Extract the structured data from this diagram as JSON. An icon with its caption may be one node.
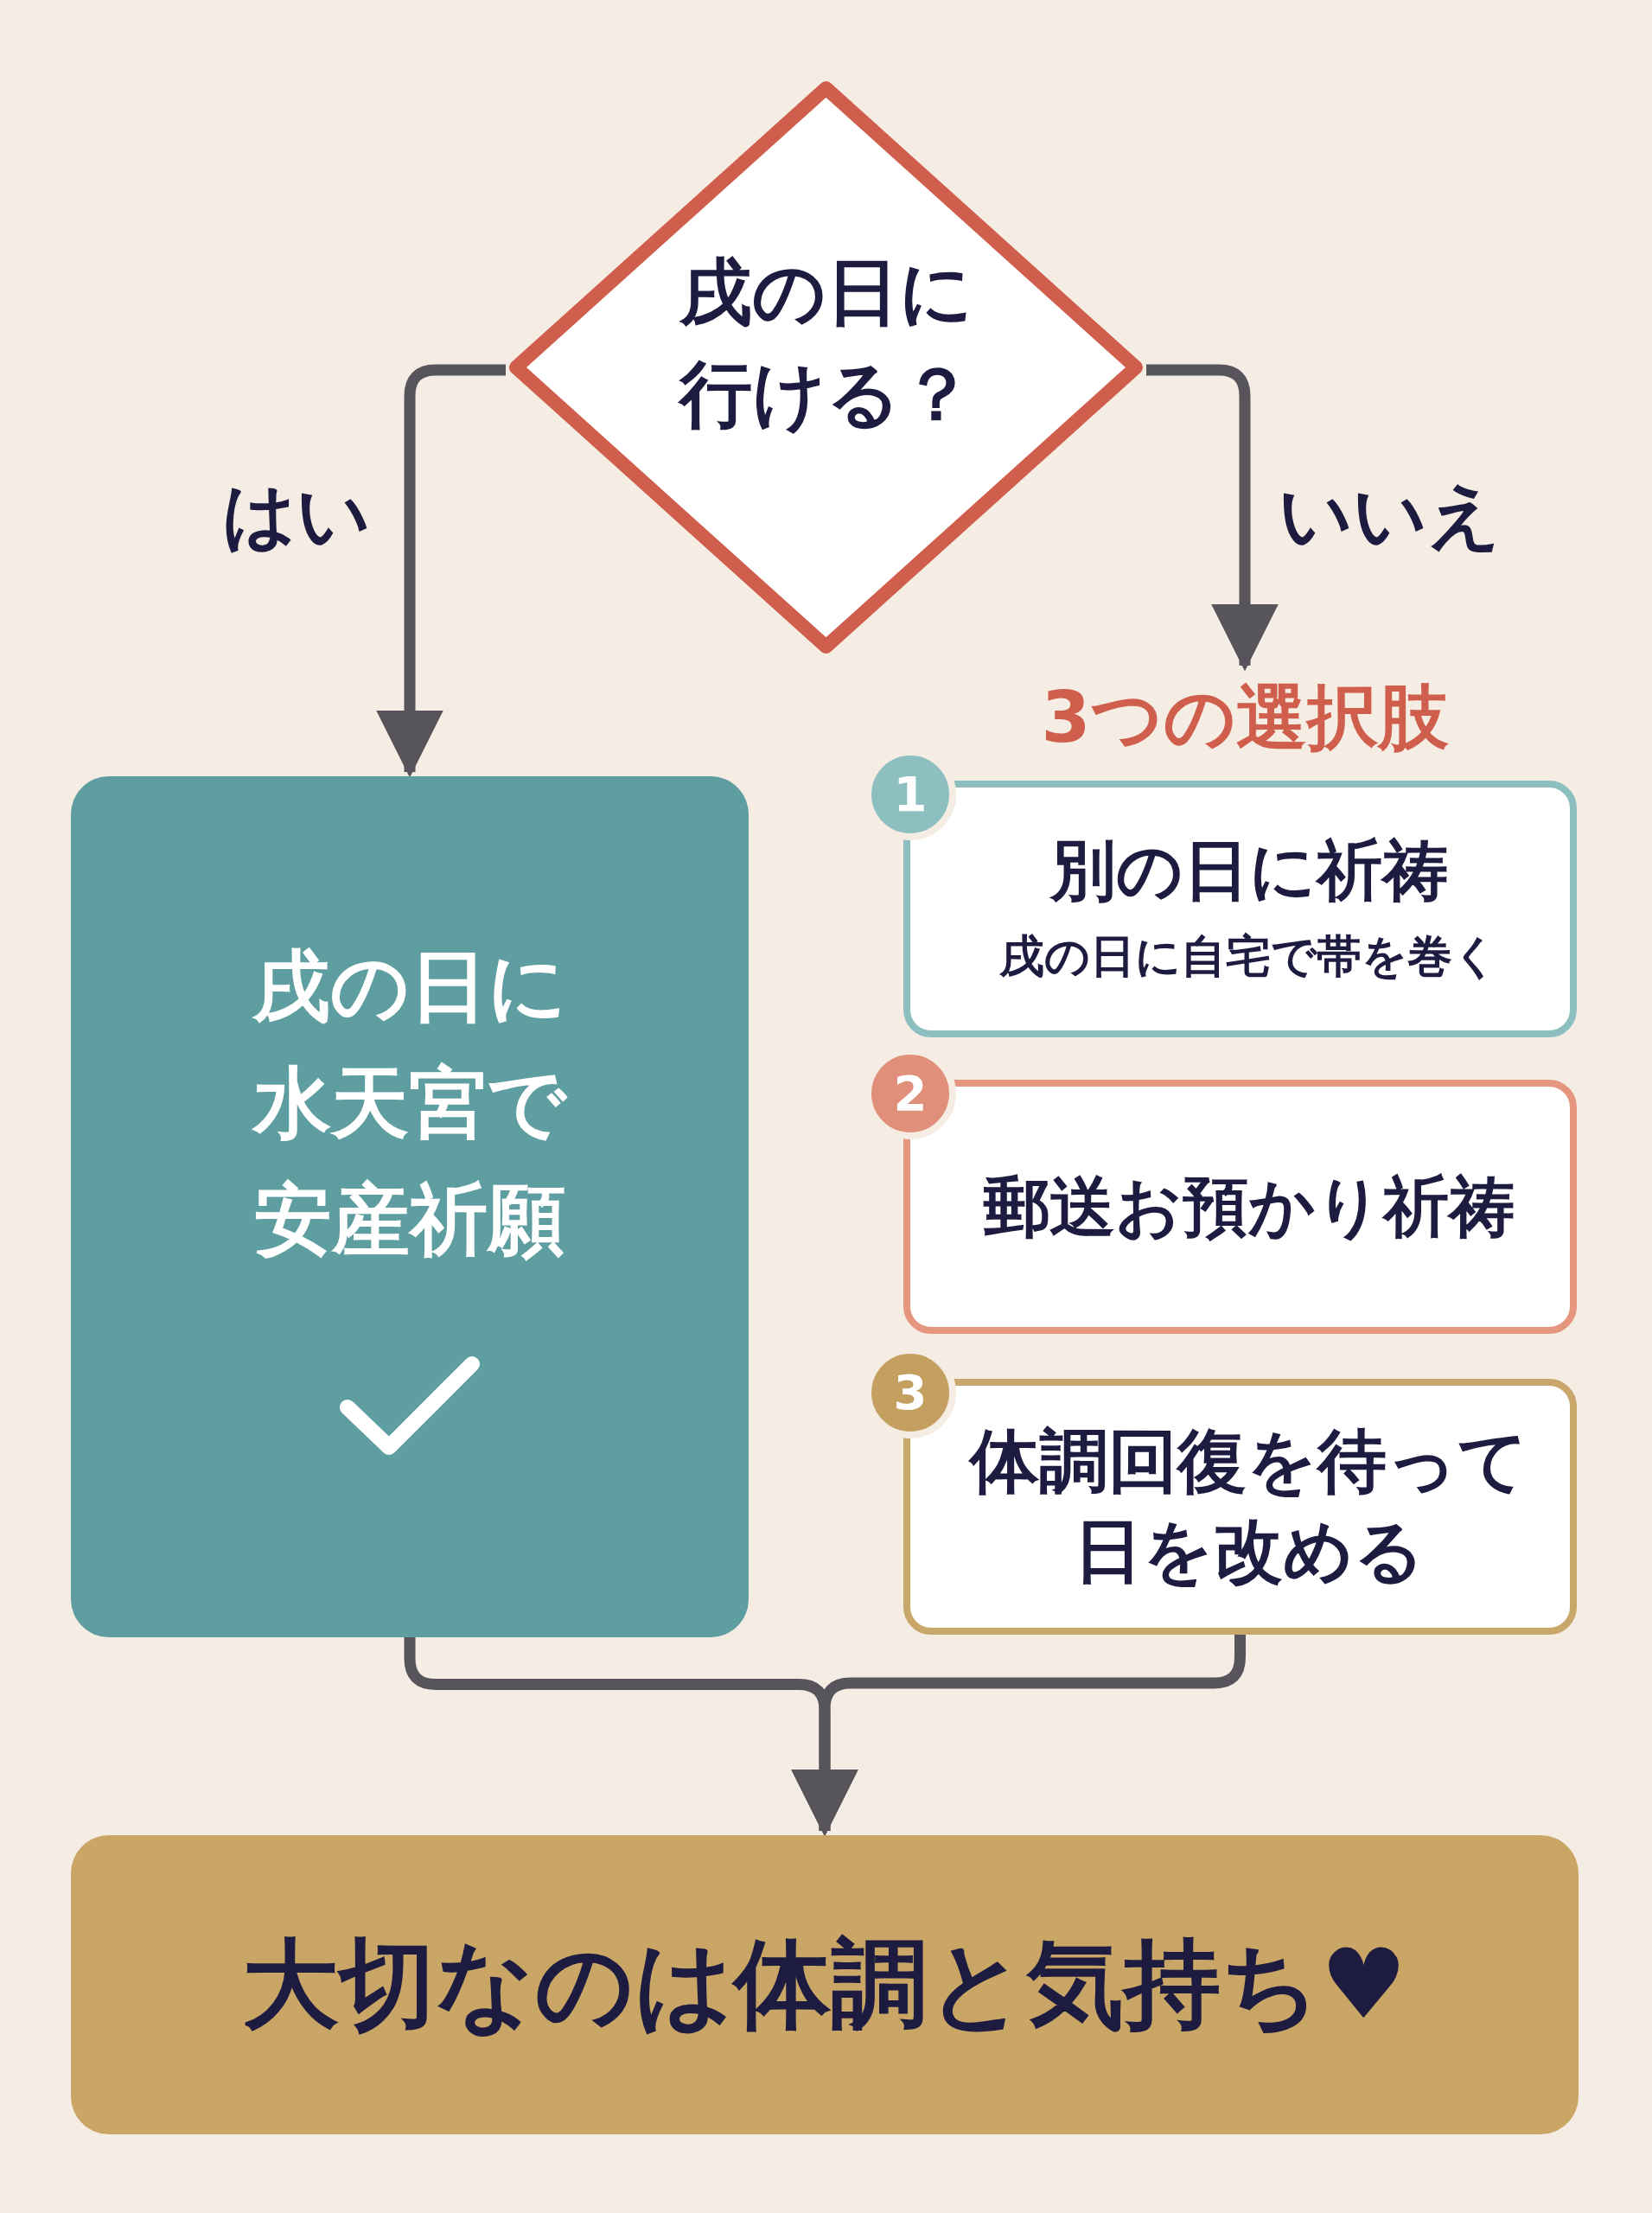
{
  "diagram": {
    "nodes": [
      {
        "text": [
          "戌の日に行ける？"
        ]
      },
      {
        "text": [
          "戌の日に水天宮で安産祈願"
        ]
      },
      {
        "text": [
          "3つの選択肢"
        ]
      },
      {
        "text": [
          "1"
        ]
      },
      {
        "text": [
          "別の日に祈祷",
          "戌の日に自宅で帯を巻く"
        ]
      },
      {
        "text": [
          "2"
        ]
      },
      {
        "text": [
          "郵送お預かり祈祷"
        ]
      },
      {
        "text": [
          "3"
        ]
      },
      {
        "text": [
          "体調回復を待って日を改める"
        ]
      },
      {
        "text": [
          "大切なのは体調と気持ち♥"
        ]
      }
    ],
    "edges": [
      {
        "from": 0,
        "to": 1,
        "arrow": "to",
        "label": "はい"
      },
      {
        "from": 0,
        "to": 2,
        "arrow": "to",
        "label": "いいえ"
      },
      {
        "from": 1,
        "to": 9,
        "arrow": "to"
      },
      {
        "from": 8,
        "to": 9,
        "arrow": "to"
      }
    ]
  }
}
